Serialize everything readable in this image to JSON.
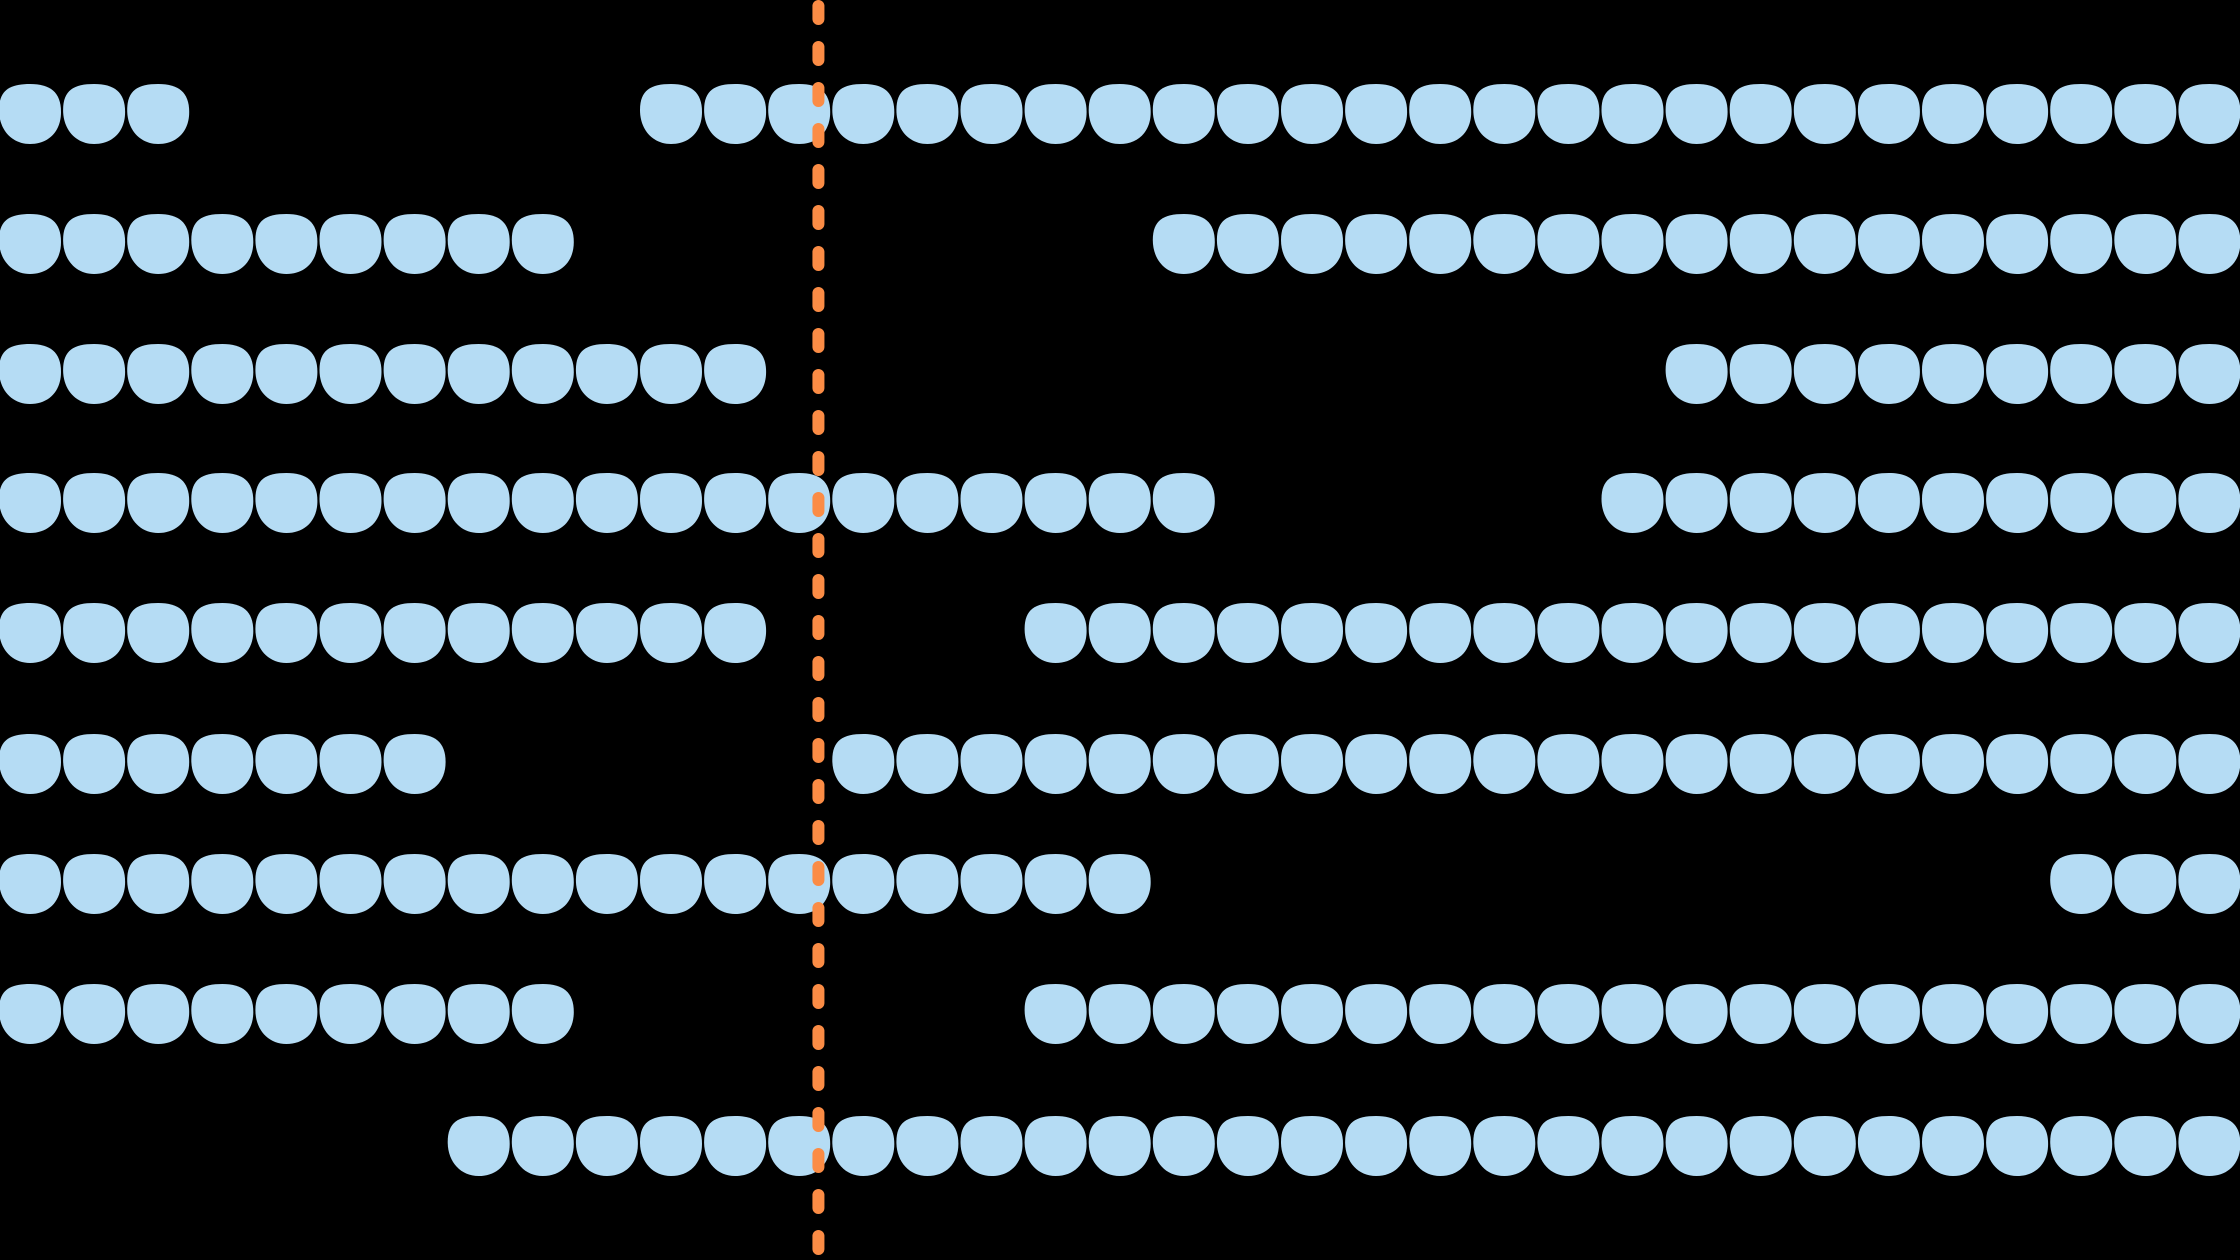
{
  "colors": {
    "background": "#000000",
    "dot": "#b5dcf4",
    "divider": "#fb8c45"
  },
  "divider": {
    "style": "dashed",
    "orientation": "vertical",
    "column_position": 12.3
  },
  "grid_columns": 35,
  "rows": [
    {
      "segments": [
        [
          0,
          2
        ],
        [
          10,
          34
        ]
      ]
    },
    {
      "segments": [
        [
          0,
          8
        ],
        [
          18,
          34
        ]
      ]
    },
    {
      "segments": [
        [
          0,
          11
        ],
        [
          26,
          34
        ]
      ]
    },
    {
      "segments": [
        [
          0,
          18
        ],
        [
          25,
          34
        ]
      ]
    },
    {
      "segments": [
        [
          0,
          11
        ],
        [
          16,
          34
        ]
      ]
    },
    {
      "segments": [
        [
          0,
          6
        ],
        [
          13,
          34
        ]
      ]
    },
    {
      "segments": [
        [
          0,
          17
        ],
        [
          32,
          34
        ]
      ]
    },
    {
      "segments": [
        [
          0,
          8
        ],
        [
          16,
          34
        ]
      ]
    },
    {
      "segments": [
        [
          7,
          34
        ]
      ]
    }
  ]
}
